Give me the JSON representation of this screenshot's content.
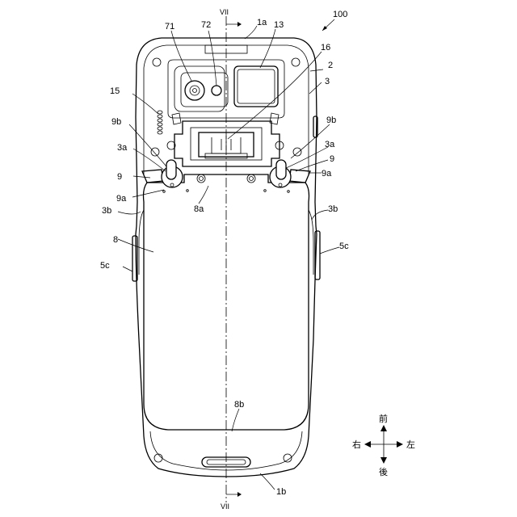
{
  "figure_number": "100",
  "section_label_top": "VII",
  "section_label_bottom": "VII",
  "labels": {
    "l_71": "71",
    "l_72": "72",
    "l_1a": "1a",
    "l_13": "13",
    "l_16": "16",
    "l_2": "2",
    "l_3": "3",
    "l_15": "15",
    "l_9b_left": "9b",
    "l_9b_right": "9b",
    "l_3a_left": "3a",
    "l_3a_right": "3a",
    "l_9_left": "9",
    "l_9_right": "9",
    "l_9a_left_upper": "9a",
    "l_9a_right": "9a",
    "l_9a_left_lower": "9a",
    "l_8a": "8a",
    "l_3b_left": "3b",
    "l_3b_right": "3b",
    "l_8": "8",
    "l_5c_left": "5c",
    "l_5c_right": "5c",
    "l_8b": "8b",
    "l_1b": "1b"
  },
  "compass": {
    "front": "前",
    "back": "後",
    "right": "右",
    "left": "左"
  }
}
